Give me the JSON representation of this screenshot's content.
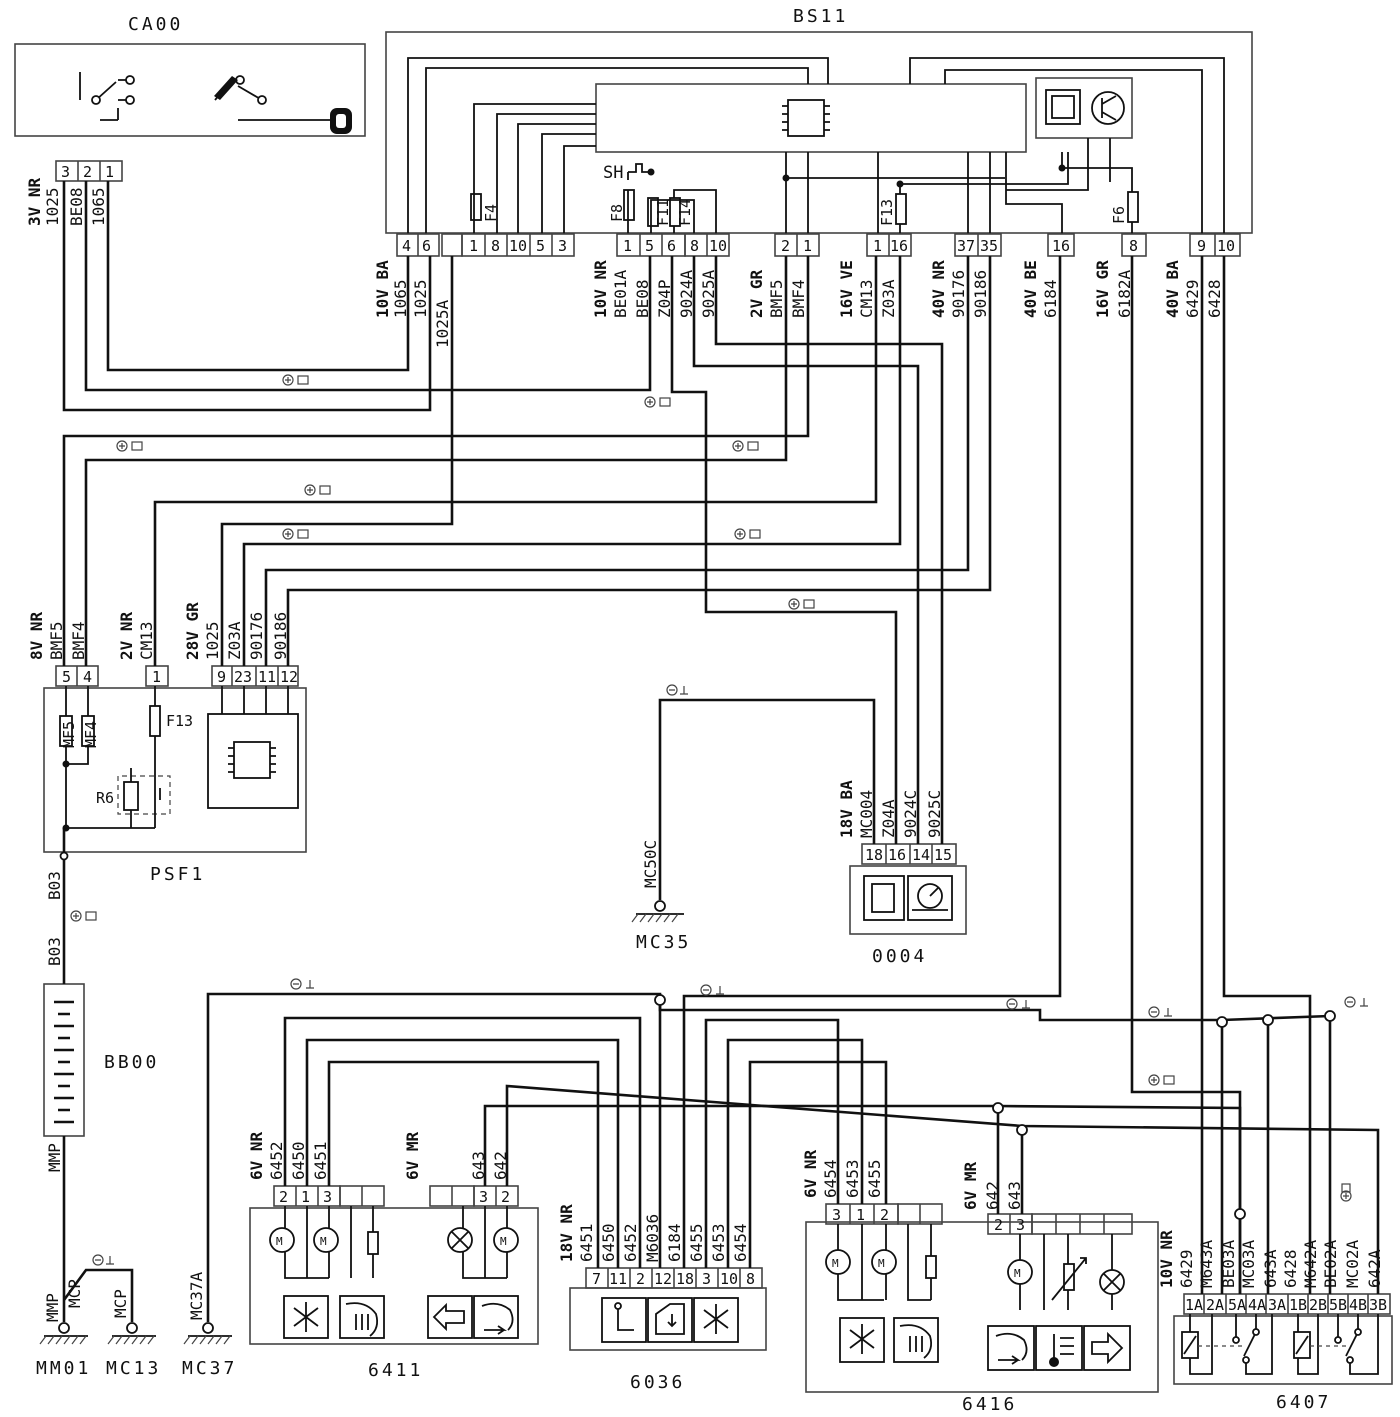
{
  "components": {
    "ca00": "CA00",
    "bs11": "BS11",
    "psf1": "PSF1",
    "c0004": "0004",
    "bb00": "BB00",
    "c6411": "6411",
    "c6036": "6036",
    "c6416": "6416",
    "c6407": "6407",
    "mm01": "MM01",
    "mc13": "MC13",
    "mc37": "MC37",
    "mc35": "MC35"
  },
  "ca00": {
    "connector": "3V NR",
    "pins": [
      "3",
      "2",
      "1"
    ],
    "wires": [
      "1025",
      "BE08",
      "1065"
    ]
  },
  "bs11": {
    "fuses": [
      "F4",
      "F8",
      "F11",
      "F14",
      "F13",
      "F6"
    ],
    "sh_label": "SH",
    "groups": [
      {
        "conn": "10V BA",
        "pins": [
          "4",
          "6"
        ],
        "wires": [
          "1065",
          "1025",
          "1025A"
        ]
      },
      {
        "conn": "",
        "pins": [
          "1",
          "8",
          "10",
          "5",
          "3"
        ],
        "wires": []
      },
      {
        "conn": "10V NR",
        "pins": [
          "1",
          "5",
          "6"
        ],
        "wires": [
          "BE01A",
          "BE08",
          "Z04P"
        ]
      },
      {
        "conn": "",
        "pins": [
          "8",
          "10"
        ],
        "wires": [
          "9024A",
          "9025A"
        ]
      },
      {
        "conn": "2V GR",
        "pins": [
          "2",
          "1"
        ],
        "wires": [
          "BMF5",
          "BMF4"
        ]
      },
      {
        "conn": "16V VE",
        "pins": [
          "1",
          "16"
        ],
        "wires": [
          "CM13",
          "Z03A"
        ]
      },
      {
        "conn": "40V NR",
        "pins": [
          "37",
          "35"
        ],
        "wires": [
          "90176",
          "90186"
        ]
      },
      {
        "conn": "40V BE",
        "pins": [
          "16"
        ],
        "wires": [
          "6184"
        ]
      },
      {
        "conn": "16V GR",
        "pins": [
          "8"
        ],
        "wires": [
          "6182A"
        ]
      },
      {
        "conn": "40V BA",
        "pins": [
          "9",
          "10"
        ],
        "wires": [
          "6429",
          "6428"
        ]
      }
    ]
  },
  "psf1": {
    "groups": [
      {
        "conn": "8V NR",
        "pins": [
          "5",
          "4"
        ],
        "wires": [
          "BMF5",
          "BMF4"
        ]
      },
      {
        "conn": "2V NR",
        "pins": [
          "1"
        ],
        "wires": [
          "CM13"
        ]
      },
      {
        "conn": "28V GR",
        "pins": [
          "9",
          "23",
          "11",
          "12"
        ],
        "wires": [
          "1025",
          "Z03A",
          "90176",
          "90186"
        ]
      }
    ],
    "fuse_labels": [
      "MF5",
      "MF4"
    ],
    "fuse": "F13",
    "relay": "R6"
  },
  "c0004": {
    "conn": "18V BA",
    "pins": [
      "18",
      "16",
      "14",
      "15"
    ],
    "wires": [
      "MC004",
      "Z04A",
      "9024C",
      "9025C"
    ]
  },
  "ground_wires": {
    "b03_top": "B03",
    "b03_bottom": "B03",
    "mmp": "MMP",
    "mm01_mmp": "MMP",
    "mm01_mcp": "MCP",
    "mc13_mcp": "MCP",
    "mc37a": "MC37A",
    "mc50c": "MC50C"
  },
  "c6411": {
    "groups": [
      {
        "conn": "6V NR",
        "pins": [
          "2",
          "1",
          "3"
        ],
        "wires": [
          "6452",
          "6450",
          "6451"
        ]
      },
      {
        "conn": "6V MR",
        "pins": [
          "3",
          "2"
        ],
        "wires": [
          "643",
          "642"
        ]
      }
    ]
  },
  "c6036": {
    "conn": "18V NR",
    "pins": [
      "7",
      "11",
      "2",
      "12",
      "18",
      "3",
      "10",
      "8"
    ],
    "wires": [
      "6451",
      "6450",
      "6452",
      "M6036",
      "6184",
      "6455",
      "6453",
      "6454"
    ]
  },
  "c6416": {
    "groups": [
      {
        "conn": "6V NR",
        "pins": [
          "3",
          "1",
          "2"
        ],
        "wires": [
          "6454",
          "6453",
          "6455"
        ]
      },
      {
        "conn": "6V MR",
        "pins": [
          "2",
          "3"
        ],
        "wires": [
          "642",
          "643"
        ]
      }
    ]
  },
  "c6407": {
    "conn": "10V NR",
    "pins": [
      "1A",
      "2A",
      "5A",
      "4A",
      "3A",
      "1B",
      "2B",
      "5B",
      "4B",
      "3B"
    ],
    "wires": [
      "6429",
      "M643A",
      "BE03A",
      "MC03A",
      "643A",
      "6428",
      "M642A",
      "BE02A",
      "MC02A",
      "642A"
    ]
  }
}
